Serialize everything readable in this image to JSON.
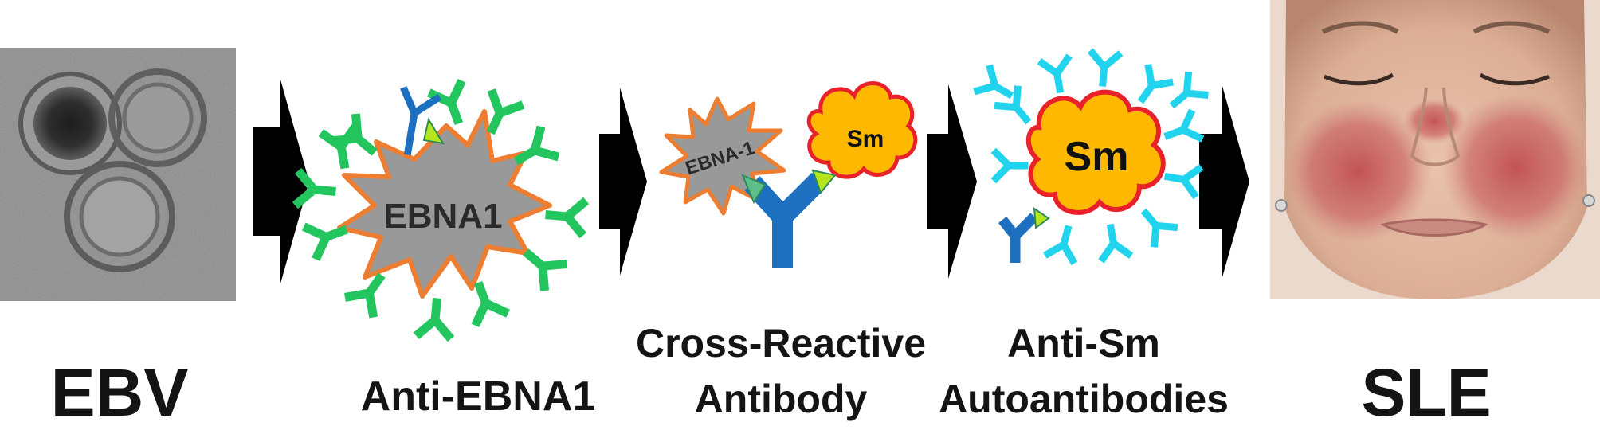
{
  "panels": {
    "ebv": {
      "caption": "EBV"
    },
    "anti_ebna1": {
      "label": "EBNA1",
      "caption": "Anti-EBNA1"
    },
    "cross_reactive": {
      "label_ebna": "EBNA-1",
      "label_sm": "Sm",
      "caption_line1": "Cross-Reactive",
      "caption_line2": "Antibody"
    },
    "anti_sm": {
      "label": "Sm",
      "caption_line1": "Anti-Sm",
      "caption_line2": "Autoantibodies"
    },
    "sle": {
      "caption": "SLE"
    }
  },
  "colors": {
    "arrow": "#000000",
    "green_antibody": "#22c55e",
    "cyan_antibody": "#22d3ee",
    "blue_antibody": "#1d6fc0",
    "star_fill": "#999999",
    "star_outline": "#ed7d31",
    "sm_fill": "#ffb800",
    "sm_outline": "#e8212b",
    "triangle": "#b5e61d"
  }
}
